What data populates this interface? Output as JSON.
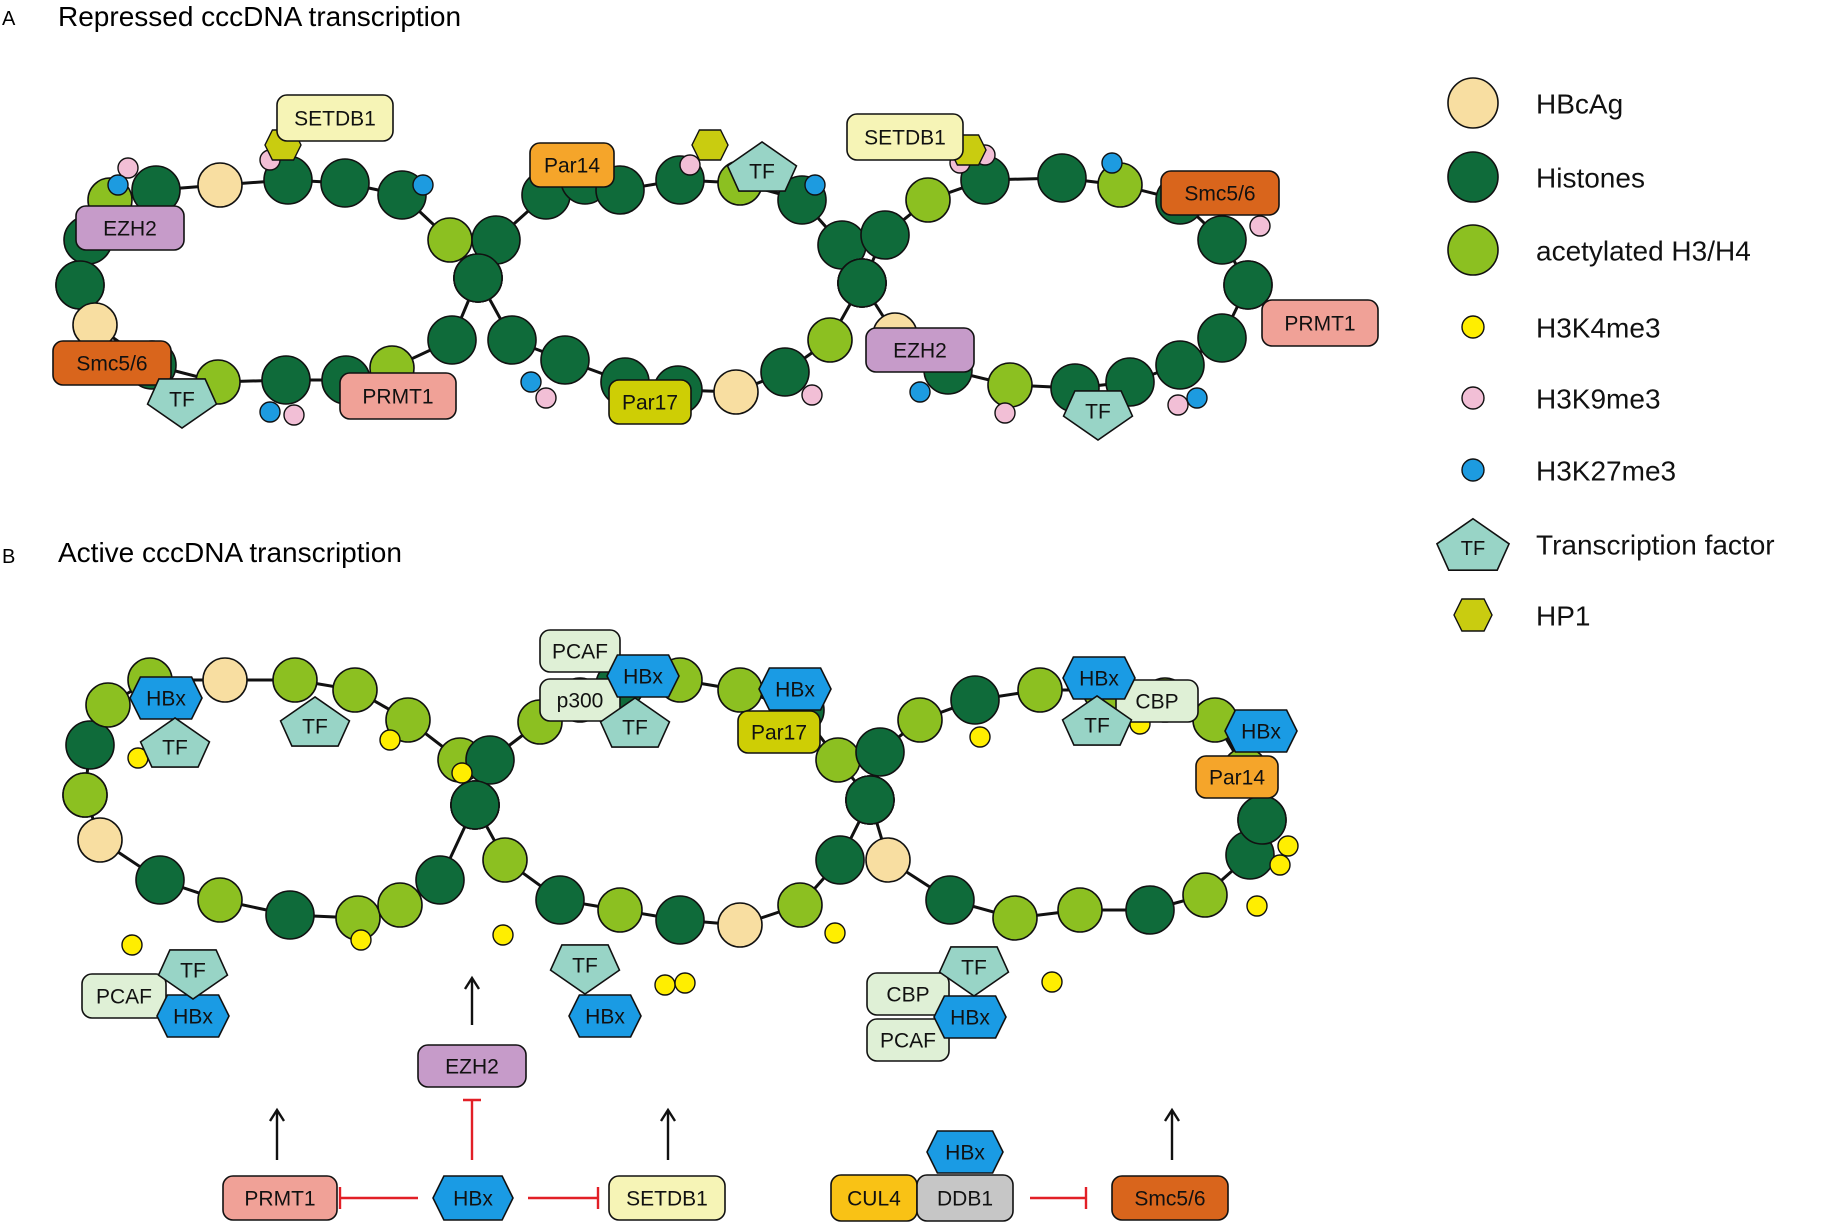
{
  "colors": {
    "hbcag": "#f8dea1",
    "histone": "#0f6b3a",
    "acetyl": "#8cc021",
    "h3k4me3": "#ffee00",
    "h3k9me3": "#f2bfd6",
    "h3k27me3": "#1d9be0",
    "tf": "#98d4c6",
    "hp1": "#c9cc10",
    "hbx": "#1a9be4",
    "ezh2": "#c69bc9",
    "setdb1": "#f6f4b6",
    "par14": "#f5a52a",
    "par17": "#cece05",
    "smc56": "#d9651c",
    "prmt1": "#f0a197",
    "pcaf": "#dff0d6",
    "cul4": "#f9c215",
    "ddb1": "#c6c6c6",
    "inhibit": "#e21f26"
  },
  "panel_a": {
    "letter": "A",
    "title": "Repressed cccDNA transcription",
    "labels": {
      "setdb1_1": "SETDB1",
      "setdb1_2": "SETDB1",
      "ezh2_1": "EZH2",
      "ezh2_2": "EZH2",
      "smc56_1": "Smc5/6",
      "smc56_2": "Smc5/6",
      "prmt1_1": "PRMT1",
      "prmt1_2": "PRMT1",
      "par14": "Par14",
      "par17": "Par17",
      "tf_1": "TF",
      "tf_2": "TF",
      "tf_3": "TF"
    }
  },
  "panel_b": {
    "letter": "B",
    "title": "Active cccDNA transcription",
    "labels": {
      "hbx_tl": "HBx",
      "tf_tl": "TF",
      "tf_t2": "TF",
      "pcaf_t": "PCAF",
      "hbx_t": "HBx",
      "p300": "p300",
      "tf_t3": "TF",
      "hbx_par17": "HBx",
      "par17": "Par17",
      "hbx_cbp": "HBx",
      "cbp_t": "CBP",
      "tf_t4": "TF",
      "hbx_par14": "HBx",
      "par14": "Par14",
      "tf_bl": "TF",
      "pcaf_bl": "PCAF",
      "hbx_bl": "HBx",
      "tf_bm": "TF",
      "hbx_bm": "HBx",
      "tf_br": "TF",
      "cbp_br": "CBP",
      "pcaf_br": "PCAF",
      "hbx_br": "HBx"
    }
  },
  "regulation": {
    "ezh2": "EZH2",
    "prmt1": "PRMT1",
    "hbx": "HBx",
    "setdb1": "SETDB1",
    "hbx_ddb1": "HBx",
    "cul4": "CUL4",
    "ddb1": "DDB1",
    "smc56": "Smc5/6"
  },
  "legend": [
    {
      "key": "hbcag",
      "label": "HBcAg"
    },
    {
      "key": "histone",
      "label": "Histones"
    },
    {
      "key": "acetyl",
      "label": "acetylated H3/H4"
    },
    {
      "key": "h3k4me3",
      "label": "H3K4me3"
    },
    {
      "key": "h3k9me3",
      "label": "H3K9me3"
    },
    {
      "key": "h3k27me3",
      "label": "H3K27me3"
    },
    {
      "key": "tf",
      "label": "Transcription factor",
      "glyph": "TF"
    },
    {
      "key": "hp1",
      "label": "HP1"
    }
  ]
}
